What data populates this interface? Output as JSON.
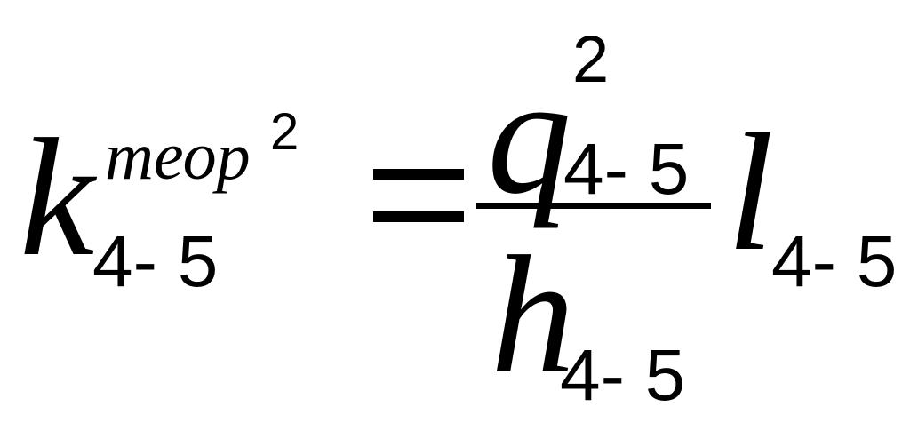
{
  "formula": {
    "lhs": {
      "base": "k",
      "superscript": "теор",
      "superscript_power": "2",
      "subscript": "4- 5"
    },
    "operator": "=",
    "fraction": {
      "numerator_base": "q",
      "numerator_power": "2",
      "numerator_subscript": "4- 5",
      "denominator_base": "h",
      "denominator_subscript": "4- 5"
    },
    "multiplier": {
      "base": "l",
      "subscript": "4- 5"
    }
  }
}
